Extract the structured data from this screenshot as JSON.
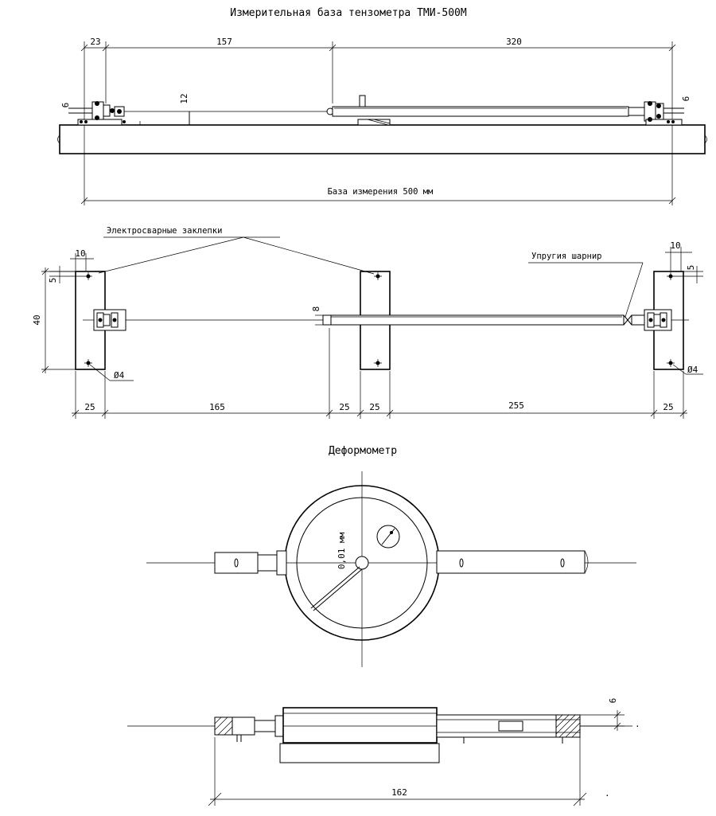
{
  "titles": {
    "base": "Измерительная база тензометра ТМИ-500М",
    "deformometer": "Деформометр"
  },
  "view1": {
    "dim_23": "23",
    "dim_157": "157",
    "dim_320": "320",
    "dim_6_left": "6",
    "dim_6_right": "6",
    "dim_12": "12",
    "base_label": "База измерения 500 мм"
  },
  "view2": {
    "rivets_label": "Электросварные заклепки",
    "hinge_label": "Упругия шарнир",
    "dim_10_left": "10",
    "dim_10_right": "10",
    "dim_5_left": "5",
    "dim_5_right": "5",
    "dim_40": "40",
    "dim_8": "8",
    "dia_left": "Ø4",
    "dia_right": "Ø4",
    "bottom_dims": [
      "25",
      "165",
      "25",
      "25",
      "255",
      "25"
    ]
  },
  "view3": {
    "dial_label": "0,01 мм"
  },
  "view4": {
    "dim_6": "6",
    "dim_162": "162"
  }
}
